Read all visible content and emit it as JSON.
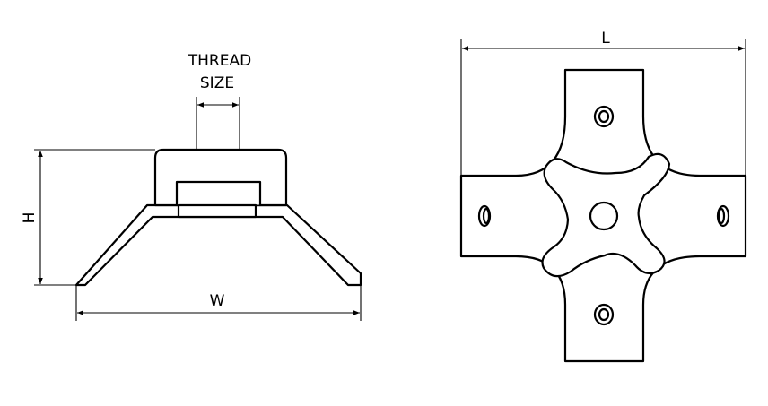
{
  "labels": {
    "thread_line1": "THREAD",
    "thread_line2": "SIZE",
    "height": "H",
    "width": "W",
    "length": "L"
  }
}
